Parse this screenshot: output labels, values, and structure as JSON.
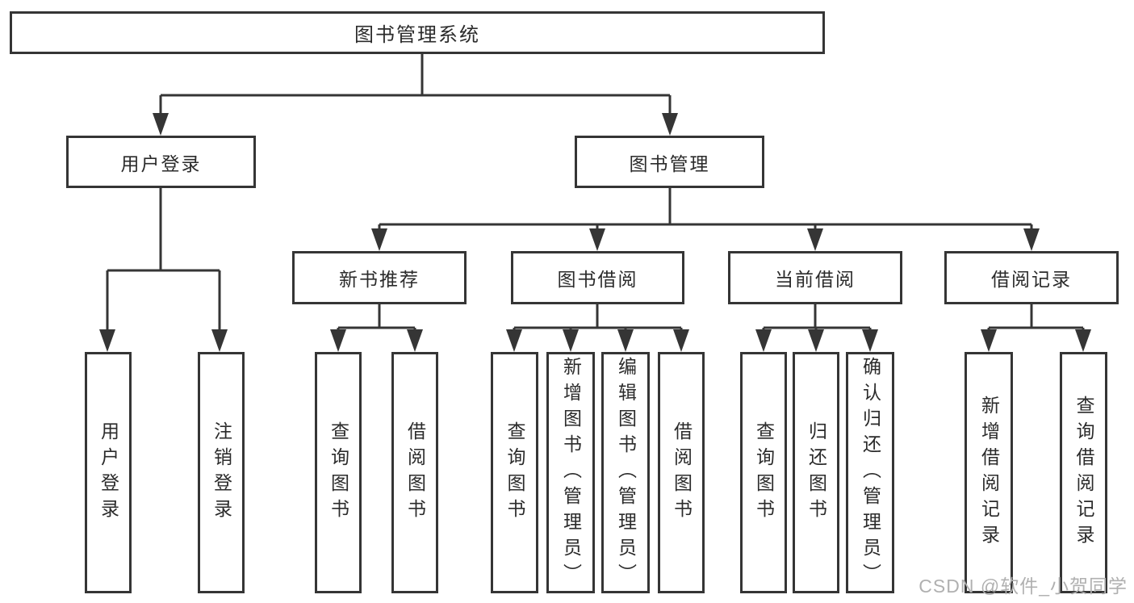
{
  "page": {
    "background": "#ffffff",
    "line_color": "#353535",
    "text_color": "#2b2b2b"
  },
  "nodes": {
    "root": "图书管理系统",
    "user_login": "用户登录",
    "book_management": "图书管理",
    "new_book_recommend": "新书推荐",
    "book_borrow": "图书借阅",
    "current_borrow": "当前借阅",
    "borrow_records": "借阅记录",
    "leaf_user_login": "用户登录",
    "leaf_logout": "注销登录",
    "leaf_rec_query_books": "查询图书",
    "leaf_rec_borrow_books": "借阅图书",
    "leaf_bb_query_books": "查询图书",
    "leaf_bb_add_books": "新增图书（管理员）",
    "leaf_bb_edit_books": "编辑图书（管理员）",
    "leaf_bb_borrow_books": "借阅图书",
    "leaf_cb_query_books": "查询图书",
    "leaf_cb_return_books": "归还图书",
    "leaf_cb_confirm_return": "确认归还（管理员）",
    "leaf_br_add_record": "新增借阅记录",
    "leaf_br_query_record": "查询借阅记录"
  },
  "watermark": {
    "text": "CSDN @软件_小贺同学",
    "color": "#b0b0b0"
  }
}
